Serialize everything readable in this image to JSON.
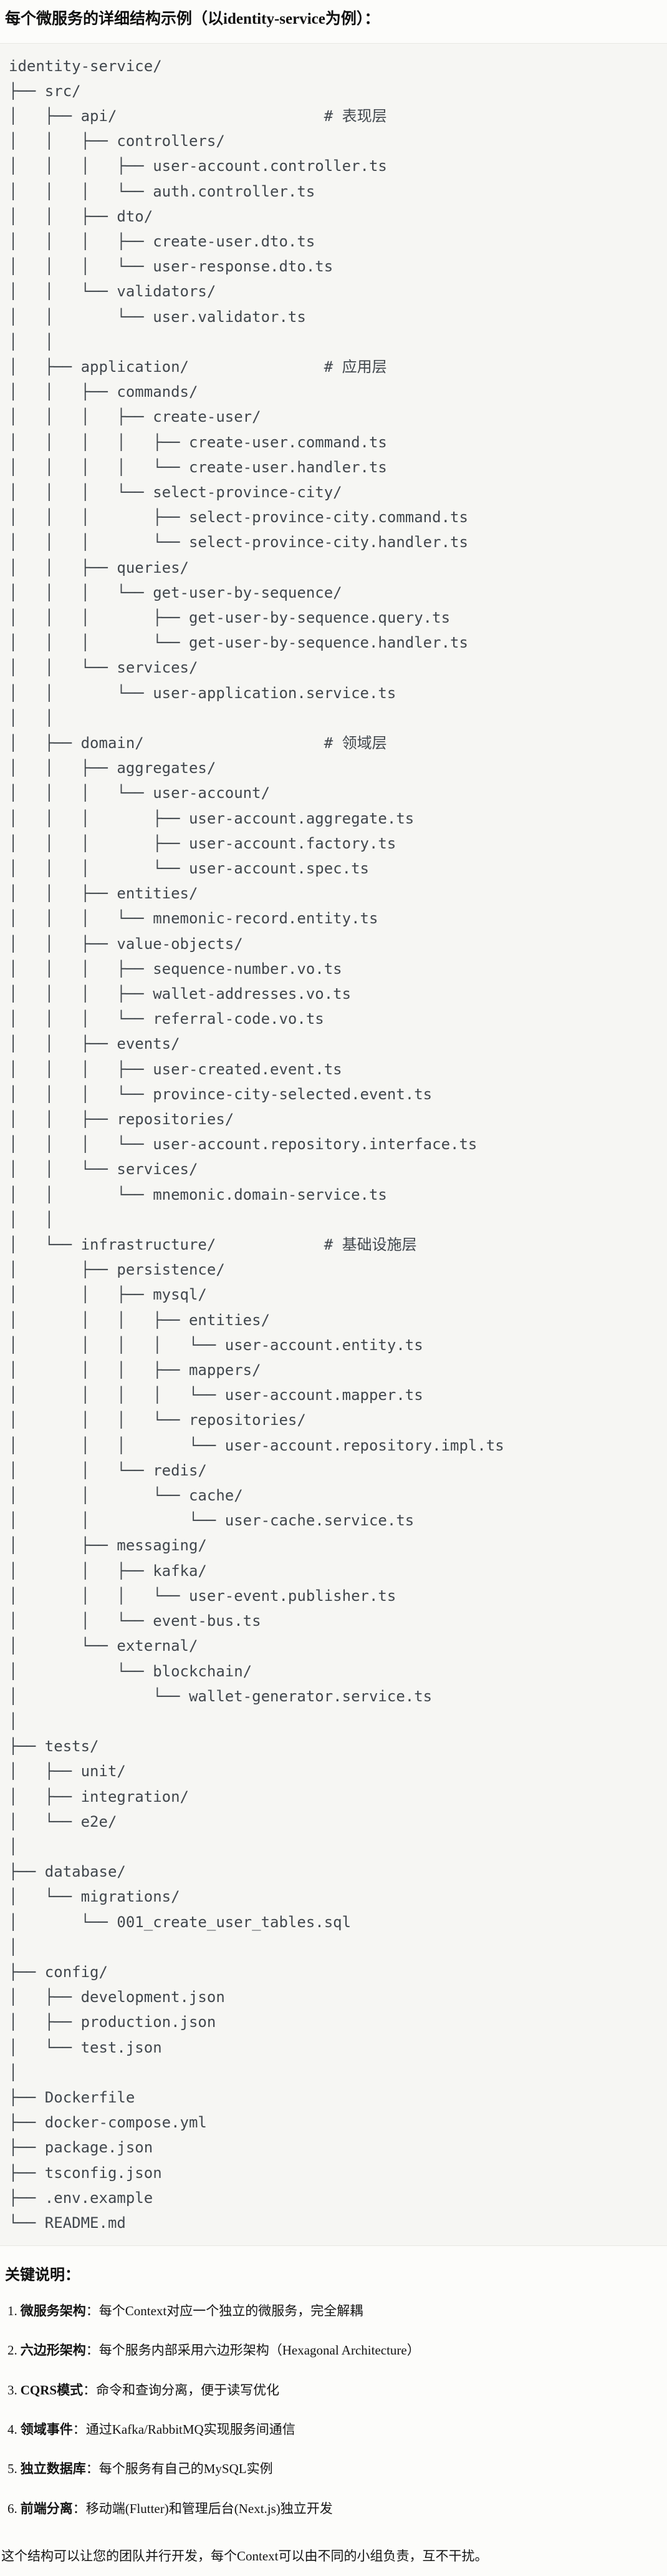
{
  "title": "每个微服务的详细结构示例（以identity-service为例）：",
  "code_block": {
    "lines": [
      "identity-service/",
      "├── src/",
      "│   ├── api/                       # 表现层",
      "│   │   ├── controllers/",
      "│   │   │   ├── user-account.controller.ts",
      "│   │   │   └── auth.controller.ts",
      "│   │   ├── dto/",
      "│   │   │   ├── create-user.dto.ts",
      "│   │   │   └── user-response.dto.ts",
      "│   │   └── validators/",
      "│   │       └── user.validator.ts",
      "│   │",
      "│   ├── application/               # 应用层",
      "│   │   ├── commands/",
      "│   │   │   ├── create-user/",
      "│   │   │   │   ├── create-user.command.ts",
      "│   │   │   │   └── create-user.handler.ts",
      "│   │   │   └── select-province-city/",
      "│   │   │       ├── select-province-city.command.ts",
      "│   │   │       └── select-province-city.handler.ts",
      "│   │   ├── queries/",
      "│   │   │   └── get-user-by-sequence/",
      "│   │   │       ├── get-user-by-sequence.query.ts",
      "│   │   │       └── get-user-by-sequence.handler.ts",
      "│   │   └── services/",
      "│   │       └── user-application.service.ts",
      "│   │",
      "│   ├── domain/                    # 领域层",
      "│   │   ├── aggregates/",
      "│   │   │   └── user-account/",
      "│   │   │       ├── user-account.aggregate.ts",
      "│   │   │       ├── user-account.factory.ts",
      "│   │   │       └── user-account.spec.ts",
      "│   │   ├── entities/",
      "│   │   │   └── mnemonic-record.entity.ts",
      "│   │   ├── value-objects/",
      "│   │   │   ├── sequence-number.vo.ts",
      "│   │   │   ├── wallet-addresses.vo.ts",
      "│   │   │   └── referral-code.vo.ts",
      "│   │   ├── events/",
      "│   │   │   ├── user-created.event.ts",
      "│   │   │   └── province-city-selected.event.ts",
      "│   │   ├── repositories/",
      "│   │   │   └── user-account.repository.interface.ts",
      "│   │   └── services/",
      "│   │       └── mnemonic.domain-service.ts",
      "│   │",
      "│   └── infrastructure/            # 基础设施层",
      "│       ├── persistence/",
      "│       │   ├── mysql/",
      "│       │   │   ├── entities/",
      "│       │   │   │   └── user-account.entity.ts",
      "│       │   │   ├── mappers/",
      "│       │   │   │   └── user-account.mapper.ts",
      "│       │   │   └── repositories/",
      "│       │   │       └── user-account.repository.impl.ts",
      "│       │   └── redis/",
      "│       │       └── cache/",
      "│       │           └── user-cache.service.ts",
      "│       ├── messaging/",
      "│       │   ├── kafka/",
      "│       │   │   └── user-event.publisher.ts",
      "│       │   └── event-bus.ts",
      "│       └── external/",
      "│           └── blockchain/",
      "│               └── wallet-generator.service.ts",
      "│",
      "├── tests/",
      "│   ├── unit/",
      "│   ├── integration/",
      "│   └── e2e/",
      "│",
      "├── database/",
      "│   └── migrations/",
      "│       └── 001_create_user_tables.sql",
      "│",
      "├── config/",
      "│   ├── development.json",
      "│   ├── production.json",
      "│   └── test.json",
      "│",
      "├── Dockerfile",
      "├── docker-compose.yml",
      "├── package.json",
      "├── tsconfig.json",
      "├── .env.example",
      "└── README.md"
    ]
  },
  "notes": {
    "heading": "关键说明：",
    "items": [
      {
        "num": "1.",
        "term": "微服务架构",
        "text": "：每个Context对应一个独立的微服务，完全解耦"
      },
      {
        "num": "2.",
        "term": "六边形架构",
        "text": "：每个服务内部采用六边形架构（Hexagonal Architecture）"
      },
      {
        "num": "3.",
        "term": "CQRS模式",
        "text": "：命令和查询分离，便于读写优化"
      },
      {
        "num": "4.",
        "term": "领域事件",
        "text": "：通过Kafka/RabbitMQ实现服务间通信"
      },
      {
        "num": "5.",
        "term": "独立数据库",
        "text": "：每个服务有自己的MySQL实例"
      },
      {
        "num": "6.",
        "term": "前端分离",
        "text": "：移动端(Flutter)和管理后台(Next.js)独立开发"
      }
    ]
  },
  "closing": "这个结构可以让您的团队并行开发，每个Context可以由不同的小组负责，互不干扰。",
  "colors": {
    "page_background": "#fcfcfa",
    "code_background": "#f6f6f3",
    "code_border": "#e8e8e4",
    "code_text": "#41474d",
    "body_text": "#141414"
  }
}
